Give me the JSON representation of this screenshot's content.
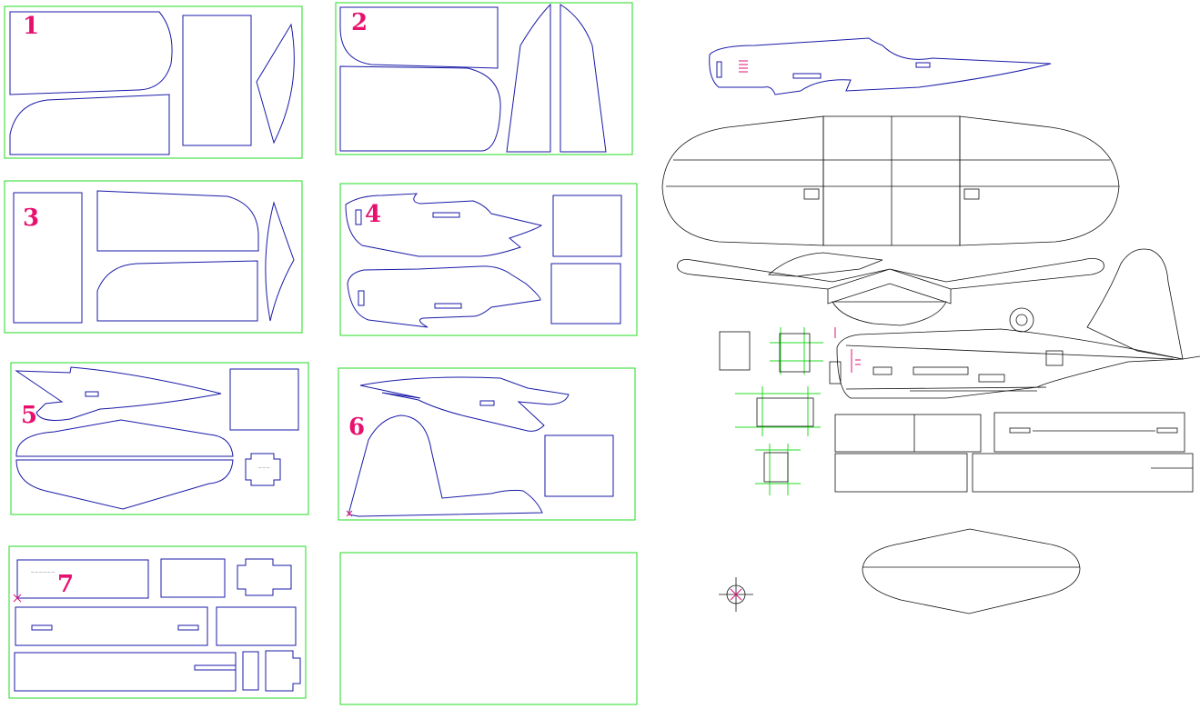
{
  "sheets": [
    {
      "number": "1"
    },
    {
      "number": "2"
    },
    {
      "number": "3"
    },
    {
      "number": "4"
    },
    {
      "number": "5"
    },
    {
      "number": "6"
    },
    {
      "number": "7"
    },
    {
      "number": ""
    }
  ],
  "colors": {
    "sheet_border": "#22dd22",
    "part_outline": "#1a1aa8",
    "plan_line": "#111111",
    "number_label": "#e8106e"
  },
  "icons": [
    "registration-crosshair-icon",
    "cut-mark-icon"
  ]
}
